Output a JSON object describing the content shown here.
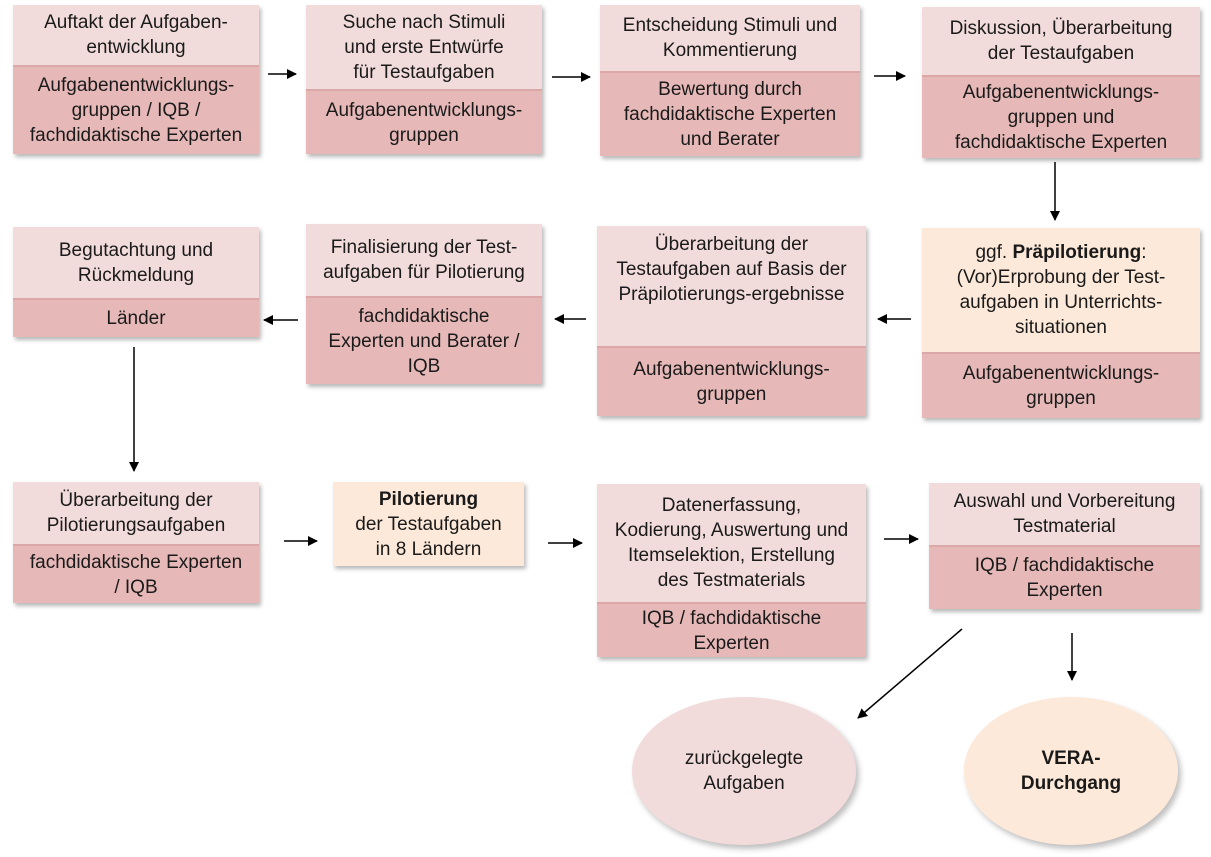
{
  "title": "Ablauf der Aufgabenentwicklung",
  "colors": {
    "step": "#f2dcdb",
    "actor": "#e6b9b8",
    "highlight": "#fde9d9",
    "arrow": "#000000"
  },
  "row1": [
    {
      "step": "Auftakt der Aufgaben-\nentwicklung",
      "actor": "Aufgabenentwicklungs-\ngruppen / IQB /\nfachdidaktische Experten"
    },
    {
      "step": "Suche nach Stimuli\nund erste Entwürfe\nfür Testaufgaben",
      "actor": "Aufgabenentwicklungs-\ngruppen"
    },
    {
      "step": "Entscheidung Stimuli und\nKommentierung",
      "actor": "Bewertung durch\nfachdidaktische Experten\nund Berater"
    },
    {
      "step": "Diskussion, Überarbeitung\nder Testaufgaben",
      "actor": "Aufgabenentwicklungs-\ngruppen und\nfachdidaktische Experten"
    }
  ],
  "row2": [
    {
      "step": "Begutachtung und\nRückmeldung",
      "actor": "Länder"
    },
    {
      "step": "Finalisierung der Test-\naufgaben für Pilotierung",
      "actor": "fachdidaktische\nExperten und Berater /\nIQB"
    },
    {
      "step": "Überarbeitung der\nTestaufgaben auf Basis der\nPräpilotierungs-ergebnisse",
      "actor": "Aufgabenentwicklungs-\ngruppen"
    },
    {
      "step_prefix": "ggf. ",
      "step_bold": "Präpilotierung",
      "step_suffix": ":\n(Vor)Erprobung der Test-\naufgaben in Unterrichts-\nsituationen",
      "actor": "Aufgabenentwicklungs-\ngruppen"
    }
  ],
  "row3": [
    {
      "step": "Überarbeitung der\nPilotierungsaufgaben",
      "actor": "fachdidaktische Experten\n/ IQB"
    },
    {
      "step_bold": "Pilotierung",
      "step_rest": "der Testaufgaben\nin 8 Ländern"
    },
    {
      "step": "Datenerfassung,\nKodierung, Auswertung und\nItemselektion, Erstellung\ndes Testmaterials",
      "actor": "IQB / fachdidaktische\nExperten"
    },
    {
      "step": "Auswahl und Vorbereitung\nTestmaterial",
      "actor": "IQB / fachdidaktische\nExperten"
    }
  ],
  "outcomes": [
    {
      "label": "zurückgelegte\nAufgaben"
    },
    {
      "label": "VERA-\nDurchgang"
    }
  ]
}
